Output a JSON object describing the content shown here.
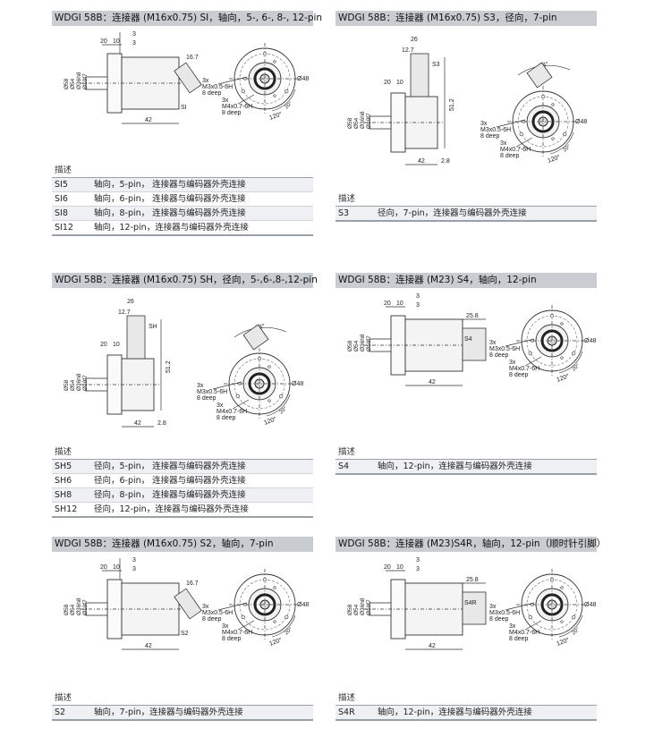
{
  "panels": [
    {
      "title": "WDGI 58B：连接器 (M16x0.75)  SI，轴向，5-, 6-, 8-, 12-pin",
      "kind": "axial",
      "dims": {
        "d1": "20",
        "d2": "10",
        "d3": "3",
        "d4": "3",
        "side": "16.7",
        "len": "42",
        "label": "SI",
        "phi1": "Ø58",
        "phi2": "Ø54",
        "phi3": "Ø36h8",
        "phi4": "Ø10f7"
      },
      "front": {
        "dia": "Ø48",
        "holes1": "3x",
        "holes1b": "M3x0.5-6H",
        "holes1c": "8 deep",
        "holes2": "3x",
        "holes2b": "M4x0.7-6H",
        "holes2c": "8 deep",
        "ang": "120°",
        "ang2": "20°"
      },
      "desc": "描述",
      "rows": [
        {
          "code": "SI5",
          "text": "轴向，5-pin，  连接器与编码器外壳连接"
        },
        {
          "code": "SI6",
          "text": "轴向，6-pin，  连接器与编码器外壳连接"
        },
        {
          "code": "SI8",
          "text": "轴向，8-pin，  连接器与编码器外壳连接"
        },
        {
          "code": "SI12",
          "text": "轴向，12-pin，连接器与编码器外壳连接"
        }
      ]
    },
    {
      "title": "WDGI 58B：连接器 (M16x0.75)  S3，径向，7-pin",
      "kind": "radial",
      "dims": {
        "d1": "20",
        "d2": "10",
        "top1": "26",
        "top2": "12.7",
        "len": "42",
        "label": "S3",
        "h": "51.2",
        "ext": "2.8",
        "phi1": "Ø58",
        "phi2": "Ø54",
        "phi3": "Ø36h8",
        "phi4": "Ø10f7"
      },
      "front": {
        "dia": "Ø48",
        "holes1": "3x",
        "holes1b": "M3x0.5-6H",
        "holes1c": "8 deep",
        "holes2": "3x",
        "holes2b": "M4x0.7-6H",
        "holes2c": "8 deep",
        "ang": "120°",
        "ang2": "20°",
        "ang3": "38°"
      },
      "desc": "描述",
      "rows": [
        {
          "code": "S3",
          "text": "径向，7-pin，连接器与编码器外壳连接"
        }
      ]
    },
    {
      "title": "WDGI 58B：连接器 (M16x0.75) SH，径向，5-,6-,8-,12-pin",
      "kind": "radial",
      "dims": {
        "d1": "20",
        "d2": "10",
        "top1": "26",
        "top2": "12.7",
        "len": "42",
        "label": "SH",
        "h": "51.2",
        "ext": "2.8",
        "phi1": "Ø58",
        "phi2": "Ø54",
        "phi3": "Ø36h8",
        "phi4": "Ø10f7"
      },
      "front": {
        "dia": "Ø48",
        "holes1": "3x",
        "holes1b": "M3x0.5-6H",
        "holes1c": "8 deep",
        "holes2": "3x",
        "holes2b": "M4x0.7-6H",
        "holes2c": "8 deep",
        "ang": "120°",
        "ang2": "20°",
        "ang3": "38°"
      },
      "desc": "描述",
      "rows": [
        {
          "code": "SH5",
          "text": "径向，5-pin，  连接器与编码器外壳连接"
        },
        {
          "code": "SH6",
          "text": "径向，6-pin，  连接器与编码器外壳连接"
        },
        {
          "code": "SH8",
          "text": "径向，8-pin，  连接器与编码器外壳连接"
        },
        {
          "code": "SH12",
          "text": "径向，12-pin，连接器与编码器外壳连接"
        }
      ]
    },
    {
      "title": "WDGI 58B：连接器 (M23)  S4，轴向，12-pin",
      "kind": "m23",
      "dims": {
        "d1": "20",
        "d2": "10",
        "d3": "3",
        "d4": "3",
        "side": "25.8",
        "len": "42",
        "label": "S4",
        "phi1": "Ø58",
        "phi2": "Ø54",
        "phi3": "Ø36h8",
        "phi4": "Ø10f7"
      },
      "front": {
        "dia": "Ø48",
        "holes1": "3x",
        "holes1b": "M3x0.5-6H",
        "holes1c": "8 deep",
        "holes2": "3x",
        "holes2b": "M4x0.7-6H",
        "holes2c": "8 deep",
        "ang": "120°",
        "ang2": "20°"
      },
      "desc": "描述",
      "rows": [
        {
          "code": "S4",
          "text": "轴向，12-pin，连接器与编码器外壳连接"
        }
      ]
    },
    {
      "title": "WDGI 58B：连接器 (M16x0.75)  S2，轴向，7-pin",
      "kind": "axial",
      "dims": {
        "d1": "20",
        "d2": "10",
        "d3": "3",
        "d4": "3",
        "side": "16.7",
        "len": "42",
        "label": "S2",
        "phi1": "Ø58",
        "phi2": "Ø54",
        "phi3": "Ø36h8",
        "phi4": "Ø10f7"
      },
      "front": {
        "dia": "Ø48",
        "holes1": "3x",
        "holes1b": "M3x0.5-6H",
        "holes1c": "8 deep",
        "holes2": "3x",
        "holes2b": "M4x0.7-6H",
        "holes2c": "8 deep",
        "ang": "120°",
        "ang2": "20°"
      },
      "desc": "描述",
      "rows": [
        {
          "code": "S2",
          "text": "轴向，7-pin，连接器与编码器外壳连接"
        }
      ]
    },
    {
      "title": "WDGI 58B：连接器 (M23)S4R，轴向，12-pin（顺时针引脚）",
      "kind": "m23",
      "dims": {
        "d1": "20",
        "d2": "10",
        "d3": "3",
        "d4": "3",
        "side": "25.8",
        "len": "42",
        "label": "S4R",
        "phi1": "Ø58",
        "phi2": "Ø54",
        "phi3": "Ø36h8",
        "phi4": "Ø10f7"
      },
      "front": {
        "dia": "Ø48",
        "holes1": "3x",
        "holes1b": "M3x0.5-6H",
        "holes1c": "8 deep",
        "holes2": "3x",
        "holes2b": "M4x0.7-6H",
        "holes2c": "8 deep",
        "ang": "120°",
        "ang2": "20°"
      },
      "desc": "描述",
      "rows": [
        {
          "code": "S4R",
          "text": "轴向，12-pin，连接器与编码器外壳连接"
        }
      ]
    }
  ]
}
